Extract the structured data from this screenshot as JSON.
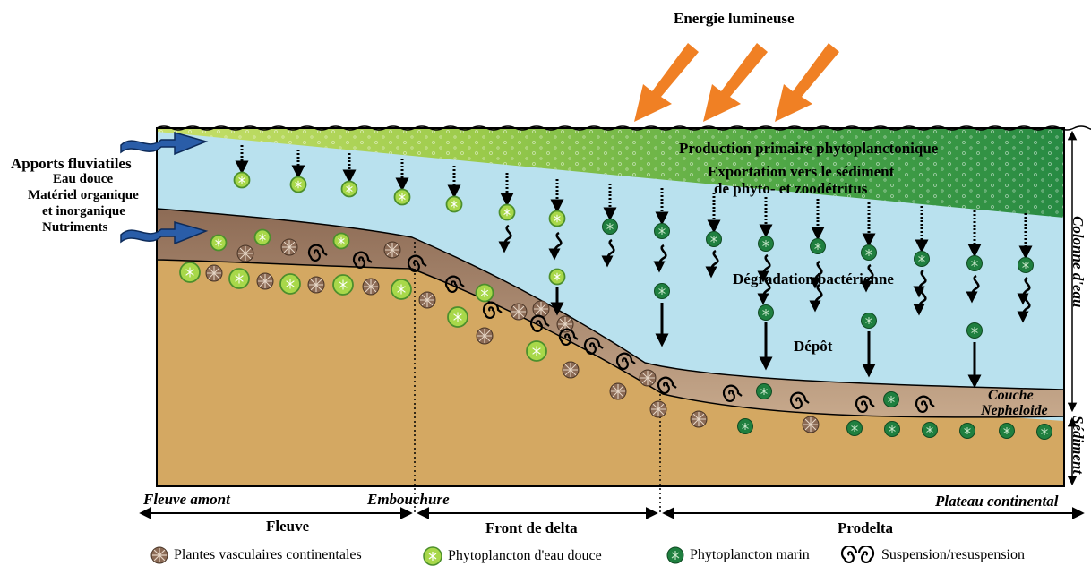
{
  "title": "Energie lumineuse",
  "inputs": {
    "heading": "Apports fluviatiles",
    "items": [
      "Eau douce",
      "Matériel organique",
      "et  inorganique",
      "Nutriments"
    ]
  },
  "processes": {
    "production": "Production primaire phytoplanctonique",
    "export_line1": "Exportation vers le sédiment",
    "export_line2": "de phyto- et zoodétritus",
    "degradation": "Dégradation bactérienne",
    "deposit": "Dépôt",
    "nepheloid_line1": "Couche",
    "nepheloid_line2": "Nepheloide"
  },
  "side_labels": {
    "water_column": "Colonne d'eau",
    "sediment": "Sédiment"
  },
  "locations": {
    "upstream": "Fleuve amont",
    "mouth": "Embouchure",
    "shelf": "Plateau continental"
  },
  "zones": {
    "river": "Fleuve",
    "delta_front": "Front de delta",
    "prodelta": "Prodelta"
  },
  "legend": [
    {
      "icon": "vascular-plant-icon",
      "label": "Plantes vasculaires continentales"
    },
    {
      "icon": "freshwater-phytoplankton-icon",
      "label": "Phytoplancton d'eau douce"
    },
    {
      "icon": "marine-phytoplankton-icon",
      "label": "Phytoplancton marin"
    },
    {
      "icon": "spiral-icon",
      "label": "Suspension/resuspension"
    }
  ],
  "colors": {
    "water": "#b9e1ee",
    "sediment": "#d4a862",
    "nepheloid": "#9c7c66",
    "surface_green_light": "#a6cf4f",
    "surface_green_dark": "#2f8d45",
    "freshwater_phyto": "#a8d84a",
    "marine_phyto": "#1f7f3f",
    "plant_particle": "#8b6a55",
    "sun_arrow": "#f08024",
    "river_arrow": "#2a5da8"
  }
}
